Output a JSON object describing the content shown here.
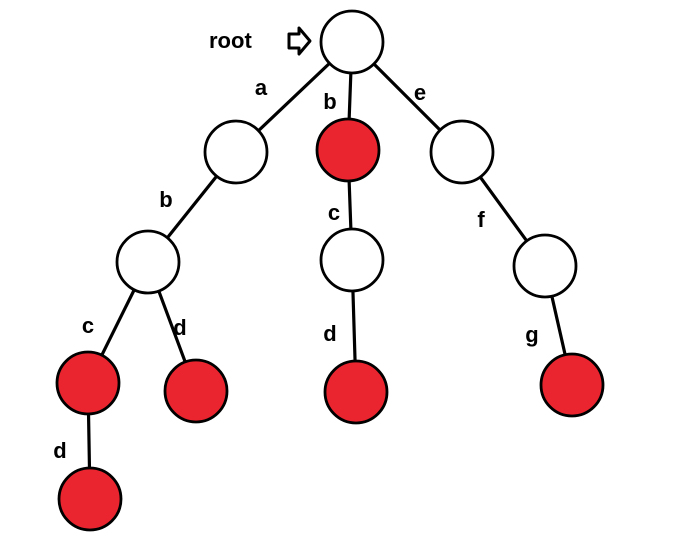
{
  "colors": {
    "terminal": "#ea252f",
    "normal": "#ffffff",
    "stroke": "#000000"
  },
  "root_label": "root",
  "root_pointer_icon": "outline-right-arrow-icon",
  "nodes": [
    {
      "id": "root",
      "terminal": false
    },
    {
      "id": "a",
      "terminal": false
    },
    {
      "id": "b",
      "terminal": true
    },
    {
      "id": "e",
      "terminal": false
    },
    {
      "id": "ab",
      "terminal": false
    },
    {
      "id": "bc",
      "terminal": false
    },
    {
      "id": "ef",
      "terminal": false
    },
    {
      "id": "abc",
      "terminal": true
    },
    {
      "id": "abd",
      "terminal": true
    },
    {
      "id": "bcd",
      "terminal": true
    },
    {
      "id": "efg",
      "terminal": true
    },
    {
      "id": "abcd",
      "terminal": true
    }
  ],
  "edges": [
    {
      "from": "root",
      "to": "a",
      "label": "a"
    },
    {
      "from": "root",
      "to": "b",
      "label": "b"
    },
    {
      "from": "root",
      "to": "e",
      "label": "e"
    },
    {
      "from": "a",
      "to": "ab",
      "label": "b"
    },
    {
      "from": "b",
      "to": "bc",
      "label": "c"
    },
    {
      "from": "e",
      "to": "ef",
      "label": "f"
    },
    {
      "from": "ab",
      "to": "abc",
      "label": "c"
    },
    {
      "from": "ab",
      "to": "abd",
      "label": "d"
    },
    {
      "from": "bc",
      "to": "bcd",
      "label": "d"
    },
    {
      "from": "ef",
      "to": "efg",
      "label": "g"
    },
    {
      "from": "abc",
      "to": "abcd",
      "label": "d"
    }
  ]
}
